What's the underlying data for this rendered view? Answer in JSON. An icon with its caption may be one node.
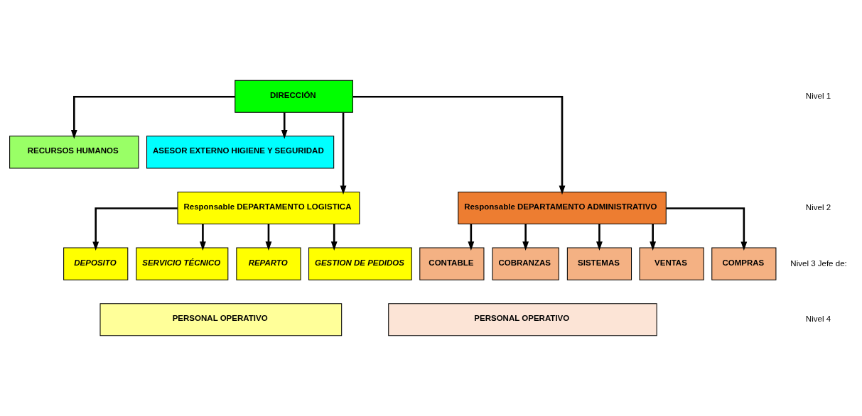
{
  "diagram": {
    "nodes": [
      {
        "text": [
          "DIRECCIÓN"
        ]
      },
      {
        "text": [
          "RECURSOS HUMANOS"
        ]
      },
      {
        "text": [
          "ASESOR EXTERNO HIGIENE Y SEGURIDAD"
        ]
      },
      {
        "text": [
          "Responsable DEPARTAMENTO LOGISTICA"
        ]
      },
      {
        "text": [
          "Responsable DEPARTAMENTO ADMINISTRATIVO"
        ]
      },
      {
        "text": [
          "DEPOSITO"
        ]
      },
      {
        "text": [
          "SERVICIO TÉCNICO"
        ]
      },
      {
        "text": [
          "REPARTO"
        ]
      },
      {
        "text": [
          "GESTION DE PEDIDOS"
        ]
      },
      {
        "text": [
          "CONTABLE"
        ]
      },
      {
        "text": [
          "COBRANZAS"
        ]
      },
      {
        "text": [
          "SISTEMAS"
        ]
      },
      {
        "text": [
          "VENTAS"
        ]
      },
      {
        "text": [
          "COMPRAS"
        ]
      },
      {
        "text": [
          "PERSONAL OPERATIVO"
        ]
      },
      {
        "text": [
          "PERSONAL OPERATIVO"
        ]
      }
    ],
    "edges": [
      {
        "from": 0,
        "to": 1,
        "arrow": "to"
      },
      {
        "from": 0,
        "to": 2,
        "arrow": "to"
      },
      {
        "from": 0,
        "to": 3,
        "arrow": "to"
      },
      {
        "from": 0,
        "to": 4,
        "arrow": "to"
      },
      {
        "from": 3,
        "to": 5,
        "arrow": "to"
      },
      {
        "from": 3,
        "to": 6,
        "arrow": "to"
      },
      {
        "from": 3,
        "to": 7,
        "arrow": "to"
      },
      {
        "from": 3,
        "to": 8,
        "arrow": "to"
      },
      {
        "from": 4,
        "to": 9,
        "arrow": "to"
      },
      {
        "from": 4,
        "to": 10,
        "arrow": "to"
      },
      {
        "from": 4,
        "to": 11,
        "arrow": "to"
      },
      {
        "from": 4,
        "to": 12,
        "arrow": "to"
      },
      {
        "from": 4,
        "to": 13,
        "arrow": "to"
      }
    ],
    "labels": [
      "Nivel 1",
      "Nivel 2",
      "Nivel 3 Jefe de:",
      "Nivel 4"
    ]
  }
}
